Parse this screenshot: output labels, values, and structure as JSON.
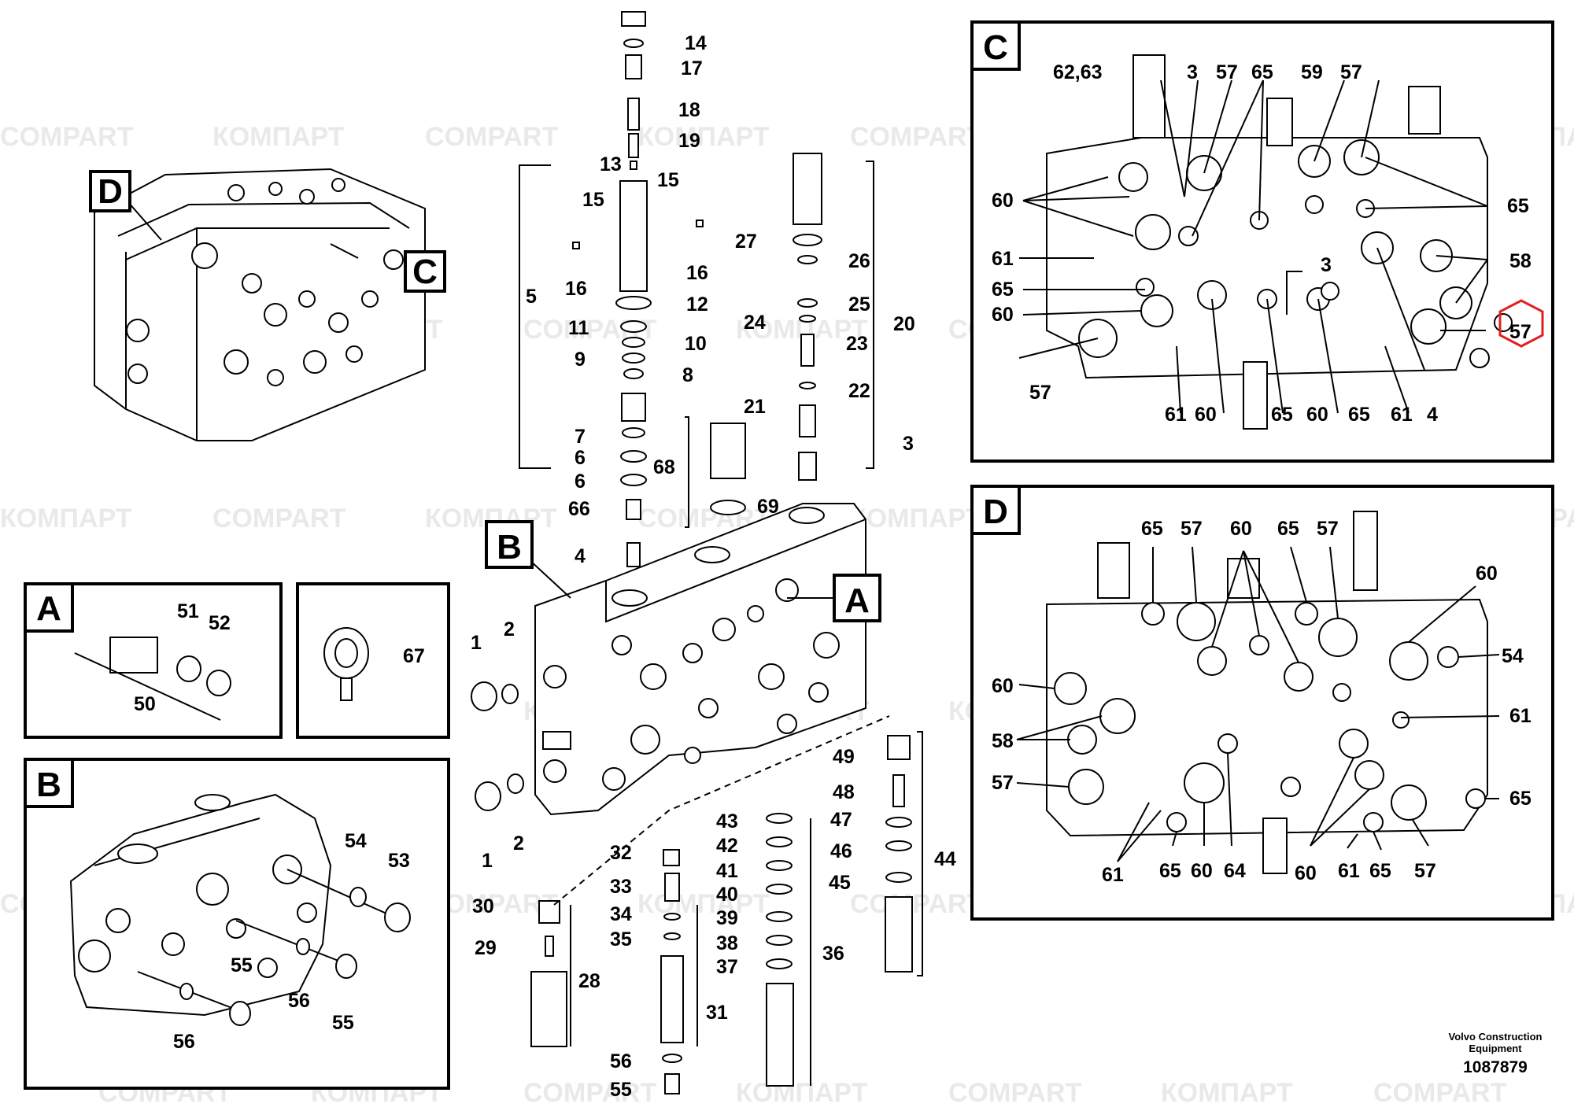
{
  "watermarks": [
    "COMPART",
    "КОМПАРТ"
  ],
  "frame_letters": {
    "A": "A",
    "B": "B",
    "C": "C",
    "D": "D"
  },
  "footer": {
    "company": "Volvo Construction Equipment",
    "company_line1": "Volvo Construction",
    "company_line2": "Equipment",
    "drawing_number": "1087879"
  },
  "labels": {
    "l1a": "1",
    "l1b": "1",
    "l2a": "2",
    "l2b": "2",
    "l3": "3",
    "l4": "4",
    "l5": "5",
    "l6a": "6",
    "l6b": "6",
    "l7": "7",
    "l8": "8",
    "l9": "9",
    "l10": "10",
    "l11": "11",
    "l12": "12",
    "l13": "13",
    "l14": "14",
    "l15a": "15",
    "l15b": "15",
    "l16a": "16",
    "l16b": "16",
    "l17": "17",
    "l18": "18",
    "l19": "19",
    "l20": "20",
    "l21": "21",
    "l22": "22",
    "l23": "23",
    "l24": "24",
    "l25": "25",
    "l26": "26",
    "l27": "27",
    "l28": "28",
    "l29": "29",
    "l30": "30",
    "l31": "31",
    "l32": "32",
    "l33": "33",
    "l34": "34",
    "l35": "35",
    "l36": "36",
    "l37": "37",
    "l38": "38",
    "l39": "39",
    "l40": "40",
    "l41": "41",
    "l42": "42",
    "l43": "43",
    "l44": "44",
    "l45": "45",
    "l46": "46",
    "l47": "47",
    "l48": "48",
    "l49": "49",
    "l50": "50",
    "l51": "51",
    "l52": "52",
    "l53": "53",
    "l54": "54",
    "l55a": "55",
    "l55b": "55",
    "l55c": "55",
    "l56a": "56",
    "l56b": "56",
    "l56c": "56",
    "l66": "66",
    "l67": "67",
    "l68": "68",
    "l69": "69",
    "c6263": "62,63",
    "c3a": "3",
    "c57a": "57",
    "c65a": "65",
    "c59": "59",
    "c57b": "57",
    "c60a": "60",
    "c65b": "65",
    "c61a": "61",
    "c3b": "3",
    "c58": "58",
    "c65c": "65",
    "c60b": "60",
    "c57c": "57",
    "c57d": "57",
    "c61b": "61",
    "c60c": "60",
    "c65d": "65",
    "c60d": "60",
    "c65e": "65",
    "c61c": "61",
    "c4": "4",
    "d65a": "65",
    "d57a": "57",
    "d60a": "60",
    "d65b": "65",
    "d57b": "57",
    "d60b": "60",
    "d54": "54",
    "d60c": "60",
    "d61a": "61",
    "d58": "58",
    "d57c": "57",
    "d65c": "65",
    "d61b": "61",
    "d65d": "65",
    "d60d": "60",
    "d64": "64",
    "d60e": "60",
    "d61c": "61",
    "d65e": "65",
    "d57d": "57"
  }
}
